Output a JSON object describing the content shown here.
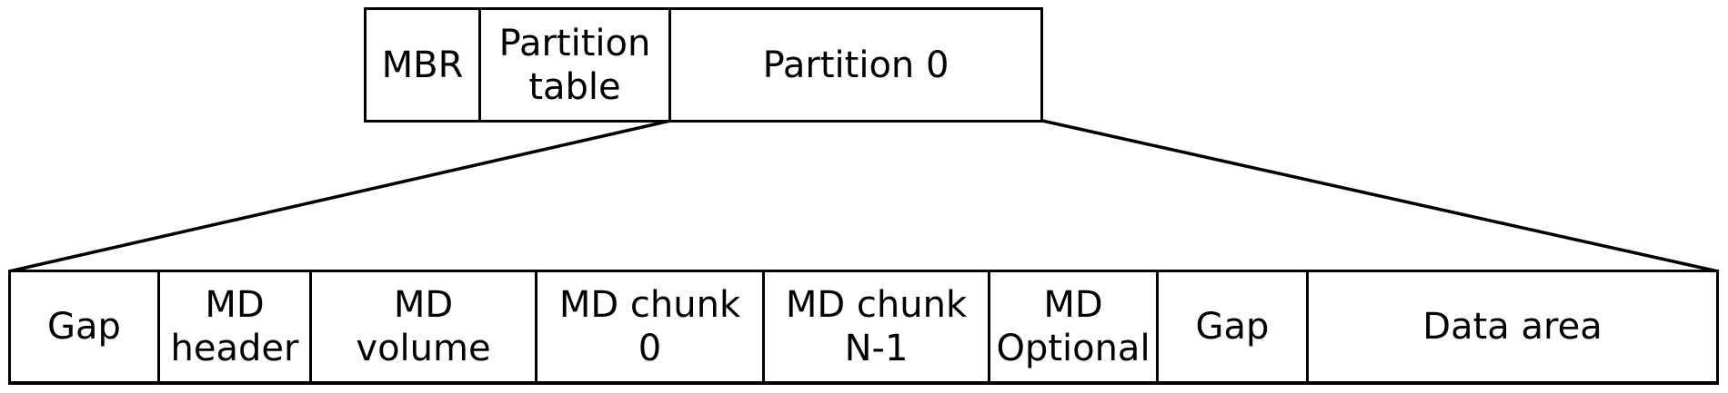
{
  "colors": {
    "background": "#ffffff",
    "line": "#000000",
    "text": "#000000"
  },
  "top_row": {
    "cells": [
      {
        "label": "MBR"
      },
      {
        "label": "Partition\ntable"
      },
      {
        "label": "Partition 0"
      }
    ]
  },
  "bottom_row": {
    "cells": [
      {
        "label": "Gap"
      },
      {
        "label": "MD\nheader"
      },
      {
        "label": "MD\nvolume"
      },
      {
        "label": "MD chunk\n0"
      },
      {
        "label": "MD chunk\nN-1"
      },
      {
        "label": "MD\nOptional"
      },
      {
        "label": "Gap"
      },
      {
        "label": "Data area"
      }
    ]
  }
}
